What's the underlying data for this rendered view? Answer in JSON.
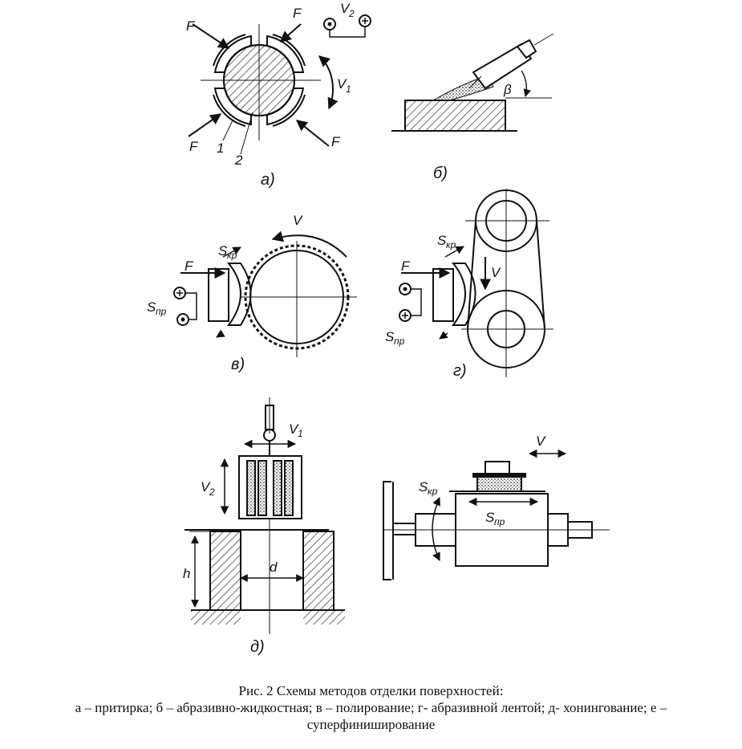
{
  "figure": {
    "panel_a": {
      "caption": "а)",
      "force": "F",
      "velocity1": "V",
      "velocity1_sub": "1",
      "velocity2": "V",
      "velocity2_sub": "2",
      "part1": "1",
      "part2": "2"
    },
    "panel_b": {
      "caption": "б)",
      "angle": "β"
    },
    "panel_v": {
      "caption": "в)",
      "force": "F",
      "feed_radial": "S",
      "feed_radial_sub": "кр",
      "feed_long": "S",
      "feed_long_sub": "пр",
      "velocity": "V"
    },
    "panel_g": {
      "caption": "г)",
      "force": "F",
      "feed_radial": "S",
      "feed_radial_sub": "кр",
      "feed_long": "S",
      "feed_long_sub": "пр",
      "velocity": "V"
    },
    "panel_d": {
      "caption": "д)",
      "velocity1": "V",
      "velocity1_sub": "1",
      "velocity2": "V",
      "velocity2_sub": "2",
      "height": "h",
      "diameter": "d"
    },
    "panel_e": {
      "velocity": "V",
      "feed_radial": "S",
      "feed_radial_sub": "кр",
      "feed_long": "S",
      "feed_long_sub": "пр"
    }
  },
  "caption": {
    "line1": "Рис. 2 Схемы методов отделки поверхностей:",
    "line2": "а – притирка; б – абразивно-жидкостная; в – полирование; г- абразивной лентой; д- хонингование; е –",
    "line3": "суперфиниширование"
  }
}
